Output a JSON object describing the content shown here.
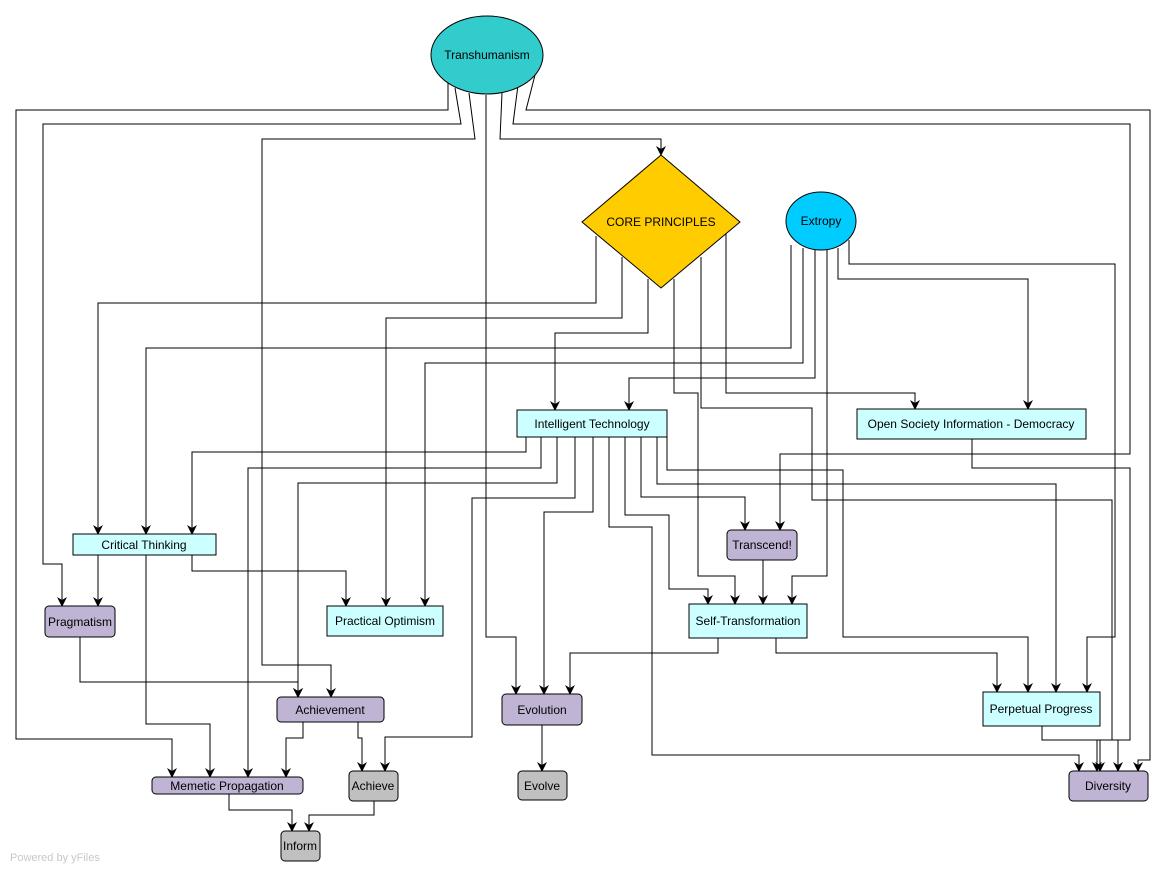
{
  "colors": {
    "teal": "#33CCCC",
    "gold": "#FFCC00",
    "sky": "#00CCFF",
    "light_cyan": "#CCFFFF",
    "lavender": "#C0B4D4",
    "grey": "#C0C0C0"
  },
  "nodes": {
    "transhumanism": "Transhumanism",
    "core_principles": "CORE PRINCIPLES",
    "extropy": "Extropy",
    "intelligent_technology": "Intelligent Technology",
    "open_society": "Open Society Information - Democracy",
    "critical_thinking": "Critical Thinking",
    "transcend": "Transcend!",
    "pragmatism": "Pragmatism",
    "practical_optimism": "Practical Optimism",
    "self_transformation": "Self-Transformation",
    "achievement": "Achievement",
    "evolution": "Evolution",
    "perpetual_progress": "Perpetual Progress",
    "memetic_propagation": "Memetic Propagation",
    "achieve": "Achieve",
    "evolve": "Evolve",
    "diversity": "Diversity",
    "inform": "Inform"
  },
  "watermark": "Powered by yFiles"
}
